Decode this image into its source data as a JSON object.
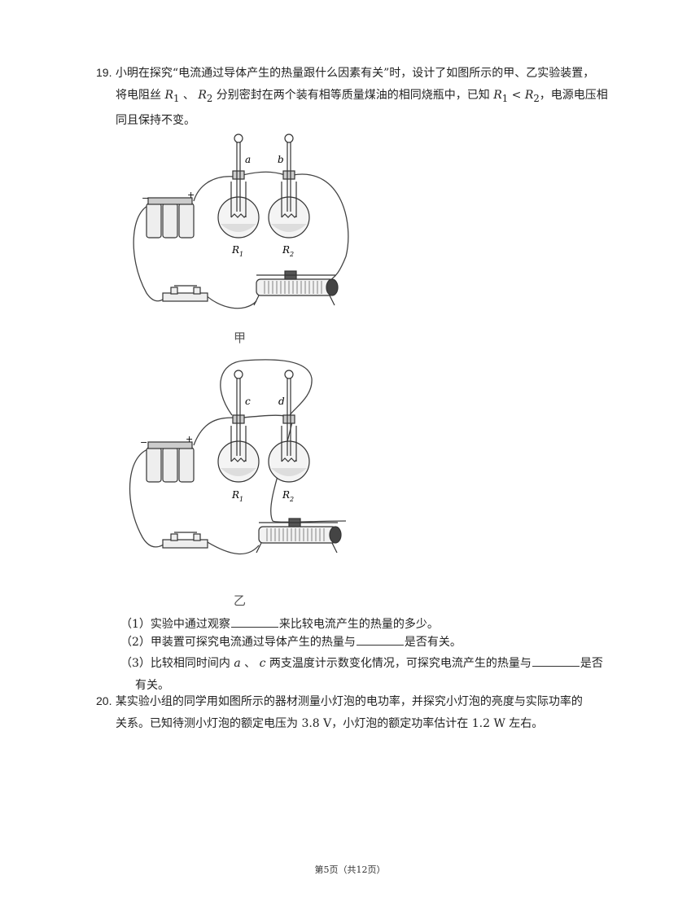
{
  "q19": {
    "number": "19.",
    "line1": "小明在探究“电流通过导体产生的热量跟什么因素有关”时，设计了如图所示的甲、乙实验装置，",
    "line2_a": "将电阻丝",
    "r1": "R",
    "r1_sub": "1",
    "sep": "、",
    "r2": "R",
    "r2_sub": "2",
    "line2_b": "分别密封在两个装有相等质量煤油的相同烧瓶中，已知",
    "cond_r1": "R",
    "cond_r1_sub": "1",
    "cond_lt": " < ",
    "cond_r2": "R",
    "cond_r2_sub": "2",
    "line2_c": "，电源电压相",
    "line3": "同且保持不变。"
  },
  "figure_jia": {
    "caption": "甲",
    "label_a": "a",
    "label_b": "b",
    "label_r1": "R",
    "label_r1_sub": "1",
    "label_r2": "R",
    "label_r2_sub": "2",
    "minus": "−",
    "plus": "+"
  },
  "figure_yi": {
    "caption": "乙",
    "label_c": "c",
    "label_d": "d",
    "label_r1": "R",
    "label_r1_sub": "1",
    "label_r2": "R",
    "label_r2_sub": "2",
    "minus": "−",
    "plus": "+"
  },
  "sub1": {
    "prefix": "（1）实验中通过观察",
    "suffix": "来比较电流产生的热量的多少。"
  },
  "sub2": {
    "prefix": "（2）甲装置可探究电流通过导体产生的热量与",
    "suffix": "是否有关。"
  },
  "sub3": {
    "prefix": "（3）比较相同时间内 ",
    "a": "a",
    "mid1": " 、 ",
    "c": "c",
    "mid2": " 两支温度计示数变化情况，可探究电流产生的热量与",
    "suffix": "是否",
    "line2": "有关。"
  },
  "q20": {
    "number": "20.",
    "line1": "某实验小组的同学用如图所示的器材测量小灯泡的电功率，并探究小灯泡的亮度与实际功率的",
    "line2": "关系。已知待测小灯泡的额定电压为 3.8 V，小灯泡的额定功率估计在 1.2 W 左右。"
  },
  "footer": "第5页（共12页）"
}
